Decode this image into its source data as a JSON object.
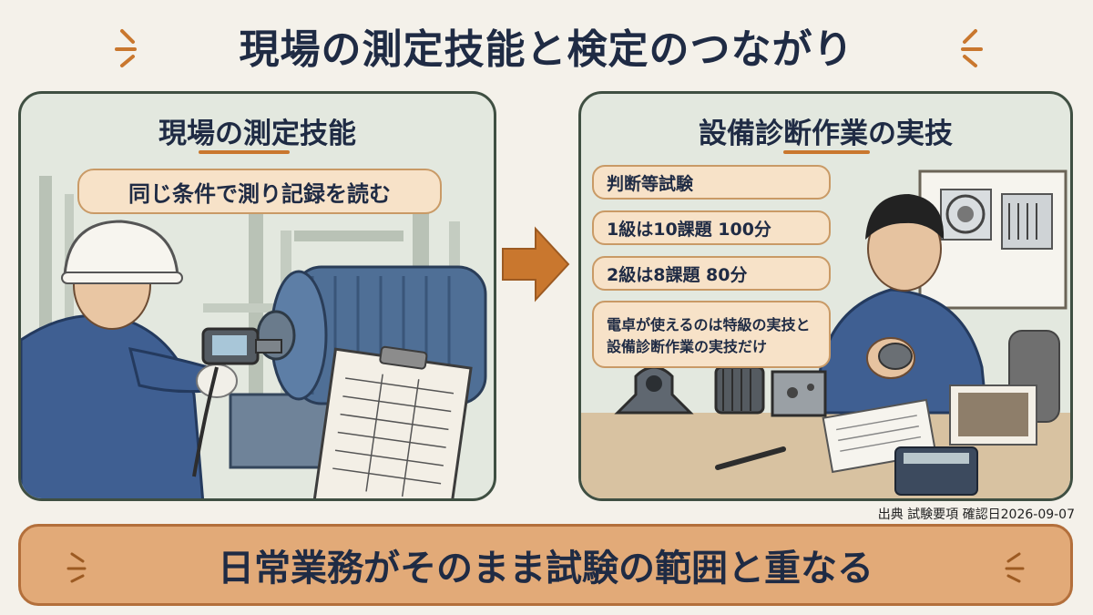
{
  "title": "現場の測定技能と検定のつながり",
  "left_panel": {
    "title": "現場の測定技能",
    "bubble": "同じ条件で測り記録を読む"
  },
  "right_panel": {
    "title": "設備診断作業の実技",
    "items": [
      "判断等試験",
      "1級は10課題 100分",
      "2級は8課題 80分"
    ],
    "note_line1": "電卓が使えるのは特級の実技と",
    "note_line2": "設備診断作業の実技だけ"
  },
  "source": "出典 試験要項 確認日2026-09-07",
  "banner": "日常業務がそのまま試験の範囲と重なる",
  "colors": {
    "accent": "#c9772e",
    "navy": "#1f2b44",
    "panel_bg": "#e3e8df",
    "bubble_bg": "#f7e2c8",
    "banner_bg": "#e2aa78"
  }
}
